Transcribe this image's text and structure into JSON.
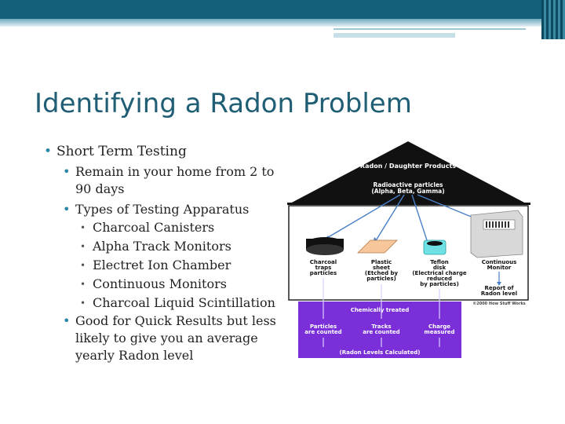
{
  "slide": {
    "title": "Identifying a Radon Problem",
    "bullets": {
      "b1": "Short Term Testing",
      "b1_sub1": "Remain in your home from 2 to 90 days",
      "b1_sub2": "Types of Testing Apparatus",
      "apparatus": [
        "Charcoal Canisters",
        "Alpha Track Monitors",
        "Electret Ion Chamber",
        "Continuous Monitors",
        "Charcoal Liquid Scintillation"
      ],
      "b1_sub3": "Good for Quick Results but less likely to give you an average yearly Radon level"
    }
  },
  "diagram": {
    "roof_label": "Radon / Daughter Products",
    "particles_label_1": "Radioactive particles",
    "particles_label_2": "(Alpha, Beta, Gamma)",
    "det1_1": "Charcoal",
    "det1_2": "traps",
    "det1_3": "particles",
    "det2_1": "Plastic",
    "det2_2": "sheet",
    "det2_3": "(Etched by",
    "det2_4": "particles)",
    "det3_1": "Teflon",
    "det3_2": "disk",
    "det3_3": "(Electrical charge",
    "det3_4": "reduced",
    "det3_5": "by particles)",
    "det4_1": "Continuous",
    "det4_2": "Monitor",
    "det4_3": "Report of",
    "det4_4": "Radon level",
    "copyright": "©2000 How Stuff Works",
    "chem": "Chemically treated",
    "out1_1": "Particles",
    "out1_2": "are counted",
    "out2_1": "Tracks",
    "out2_2": "are counted",
    "out3_1": "Charge",
    "out3_2": "measured",
    "calc": "(Radon Levels Calculated)",
    "colors": {
      "roof": "#111111",
      "purple": "#7b2fd9",
      "teal": "#6fe0e4",
      "tan": "#f7c69a"
    }
  }
}
